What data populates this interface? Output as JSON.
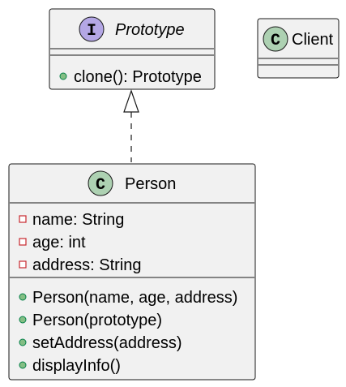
{
  "colors": {
    "box_fill": "#f1f1f1",
    "box_stroke": "#181818",
    "interface_badge": "#b4a7e5",
    "class_badge": "#add1b2",
    "public_method": "#84be84",
    "private_field": "#c82930",
    "private_field_fill": "#ffffff"
  },
  "icons": {
    "interface_badge": "interface-stereotype-icon",
    "class_badge": "class-stereotype-icon",
    "public_method": "public-visibility-icon",
    "private_field": "private-visibility-icon",
    "realization": "realization-arrow"
  },
  "prototype": {
    "badge_letter": "I",
    "name": "Prototype",
    "methods": [
      "clone(): Prototype"
    ]
  },
  "client": {
    "badge_letter": "C",
    "name": "Client"
  },
  "person": {
    "badge_letter": "C",
    "name": "Person",
    "fields": [
      "name: String",
      "age: int",
      "address: String"
    ],
    "methods": [
      "Person(name, age, address)",
      "Person(prototype)",
      "setAddress(address)",
      "displayInfo()"
    ]
  }
}
